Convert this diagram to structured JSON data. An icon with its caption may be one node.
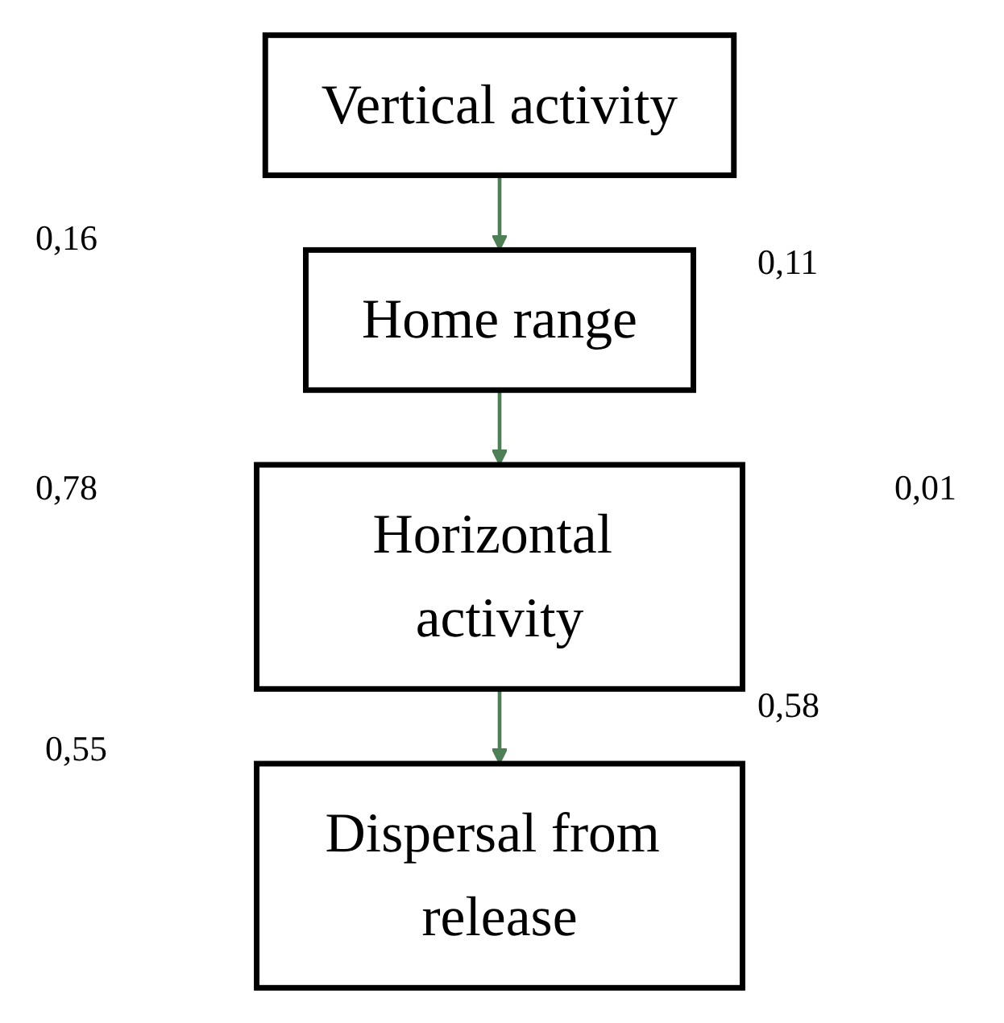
{
  "diagram": {
    "nodes": [
      {
        "text": [
          "Vertical activity"
        ]
      },
      {
        "text": [
          "Home range"
        ]
      },
      {
        "text": [
          "Horizontal activity"
        ]
      },
      {
        "text": [
          "Dispersal from release"
        ]
      }
    ],
    "edges": [
      {
        "from": 0,
        "to": 1,
        "arrow": "to",
        "color": "#4f7f57"
      },
      {
        "from": 1,
        "to": 2,
        "arrow": "to",
        "color": "#4f7f57"
      },
      {
        "from": 2,
        "to": 3,
        "arrow": "to",
        "color": "#4f7f57"
      }
    ],
    "labels": [
      "0,16",
      "0,11",
      "0,78",
      "0,01",
      "0,58",
      "0,55"
    ]
  }
}
